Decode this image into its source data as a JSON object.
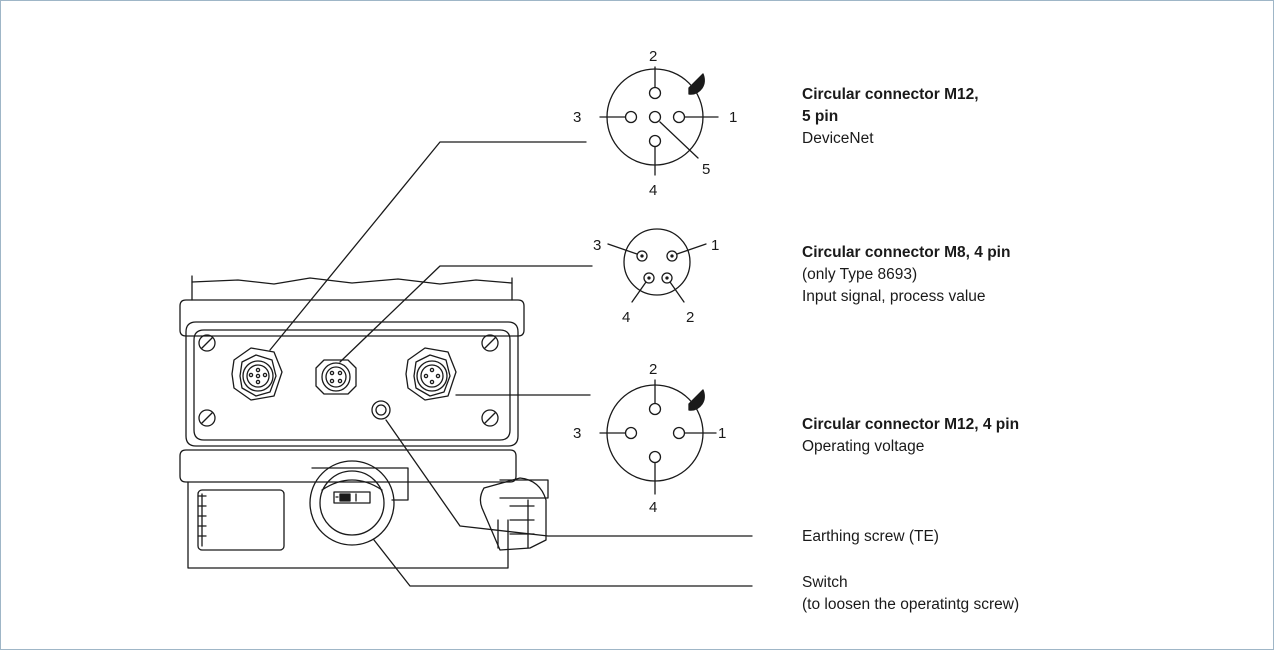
{
  "connectors": [
    {
      "title_line1": "Circular connector M12,",
      "title_line2": "5 pin",
      "desc": "DeviceNet",
      "pins": [
        "1",
        "2",
        "3",
        "4",
        "5"
      ]
    },
    {
      "title": "Circular connector M8, 4 pin",
      "desc_line1": "(only Type 8693)",
      "desc_line2": "Input signal, process value",
      "pins": [
        "1",
        "2",
        "3",
        "4"
      ]
    },
    {
      "title": "Circular connector M12, 4 pin",
      "desc": "Operating voltage",
      "pins": [
        "1",
        "2",
        "3",
        "4"
      ]
    }
  ],
  "earthing": {
    "label": "Earthing screw (TE)"
  },
  "switch": {
    "label_line1": "Switch",
    "label_line2": "(to loosen the operatintg screw)"
  },
  "colors": {
    "frame": "#9fb6c7",
    "line": "#1a1a1a",
    "device_fill": "#ffffff"
  },
  "icons": [
    "connector-m12-5pin-icon",
    "connector-m8-4pin-icon",
    "connector-m12-4pin-icon",
    "device-housing-icon"
  ]
}
